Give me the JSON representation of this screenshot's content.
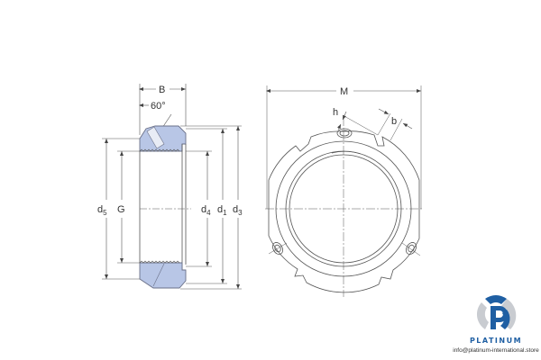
{
  "diagram": {
    "title": "Lock nut with locking screw - dimension drawing",
    "colors": {
      "line": "#555555",
      "section_fill": "#b8c6e6",
      "section_stroke": "#6a7088",
      "brand_blue": "#1f5fa3",
      "brand_gray": "#bfc3c8"
    },
    "side_view": {
      "labels": {
        "B": "B",
        "angle": "60°",
        "d5": "d",
        "d5_sub": "5",
        "G": "G",
        "d4": "d",
        "d4_sub": "4",
        "d1": "d",
        "d1_sub": "1",
        "d3": "d",
        "d3_sub": "3"
      }
    },
    "front_view": {
      "labels": {
        "M": "M",
        "h": "h",
        "b": "b"
      }
    }
  },
  "watermark": {
    "brand": "PLATINUM",
    "email": "info@platinum-international.store"
  }
}
